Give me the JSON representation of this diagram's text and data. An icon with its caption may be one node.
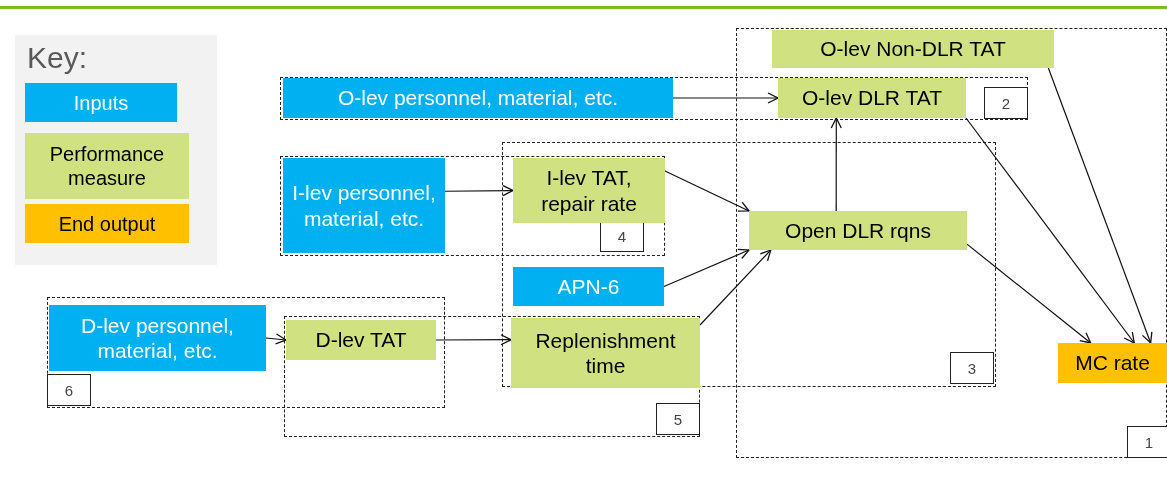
{
  "diagram": {
    "nodes": [
      {
        "text": [
          "O-lev Non-DLR TAT"
        ]
      },
      {
        "text": [
          "O-lev personnel, material, etc."
        ]
      },
      {
        "text": [
          "O-lev DLR TAT"
        ]
      },
      {
        "text": [
          "I-lev personnel, material, etc."
        ]
      },
      {
        "text": [
          "I-lev TAT, repair rate"
        ]
      },
      {
        "text": [
          "Open DLR rqns"
        ]
      },
      {
        "text": [
          "APN-6"
        ]
      },
      {
        "text": [
          "D-lev personnel, material, etc."
        ]
      },
      {
        "text": [
          "D-lev TAT"
        ]
      },
      {
        "text": [
          "Replenishment time"
        ]
      },
      {
        "text": [
          "MC rate"
        ]
      }
    ],
    "edges": [
      {
        "from": 1,
        "to": 2,
        "arrow": "to"
      },
      {
        "from": 3,
        "to": 4,
        "arrow": "to"
      },
      {
        "from": 7,
        "to": 8,
        "arrow": "to"
      },
      {
        "from": 8,
        "to": 9,
        "arrow": "to"
      },
      {
        "from": 4,
        "to": 5,
        "arrow": "to"
      },
      {
        "from": 6,
        "to": 5,
        "arrow": "to"
      },
      {
        "from": 9,
        "to": 5,
        "arrow": "to"
      },
      {
        "from": 5,
        "to": 2,
        "arrow": "to"
      },
      {
        "from": 5,
        "to": 10,
        "arrow": "to"
      },
      {
        "from": 2,
        "to": 10,
        "arrow": "to"
      },
      {
        "from": 0,
        "to": 10,
        "arrow": "to"
      }
    ],
    "labels": [
      "Key:",
      "2",
      "4",
      "3",
      "6",
      "5",
      "1"
    ],
    "legend": [
      {
        "text": "Inputs",
        "color": "#00b0f0"
      },
      {
        "text": "Performance measure",
        "color": "#d0e181"
      },
      {
        "text": "End output",
        "color": "#ffc000"
      }
    ]
  }
}
